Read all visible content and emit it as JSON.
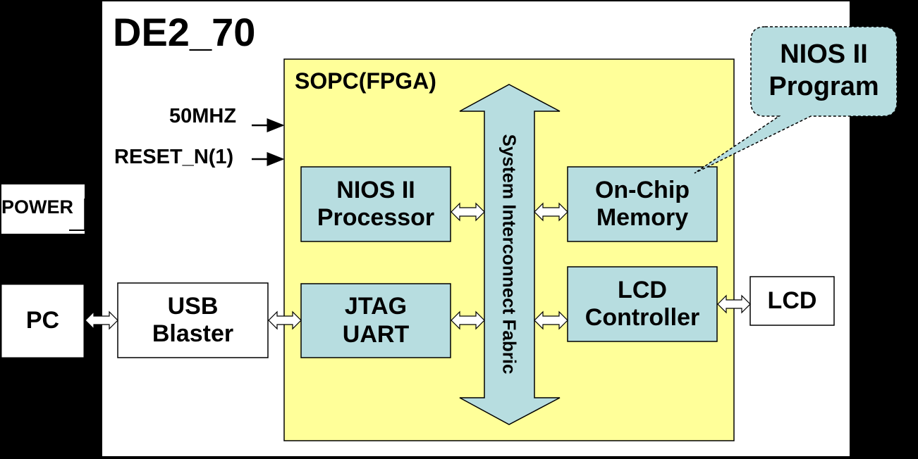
{
  "board": {
    "title": "DE2_70"
  },
  "sopc": {
    "title": "SOPC(FPGA)"
  },
  "inputs": {
    "clock": "50MHZ",
    "reset": "RESET_N(1)"
  },
  "power": {
    "label": "POWER"
  },
  "pc": {
    "label": "PC"
  },
  "usb_blaster": {
    "line1": "USB",
    "line2": "Blaster"
  },
  "nios_processor": {
    "line1": "NIOS II",
    "line2": "Processor"
  },
  "jtag_uart": {
    "line1": "JTAG",
    "line2": "UART"
  },
  "onchip_memory": {
    "line1": "On-Chip",
    "line2": "Memory"
  },
  "lcd_controller": {
    "line1": "LCD",
    "line2": "Controller"
  },
  "lcd": {
    "label": "LCD"
  },
  "interconnect": {
    "label": "System Interconnect Fabric"
  },
  "callout": {
    "line1": "NIOS II",
    "line2": "Program"
  },
  "colors": {
    "background": "#000000",
    "board": "#ffffff",
    "sopc_fill": "#ffff99",
    "component_fill": "#b7dde0",
    "outline": "#000000"
  }
}
